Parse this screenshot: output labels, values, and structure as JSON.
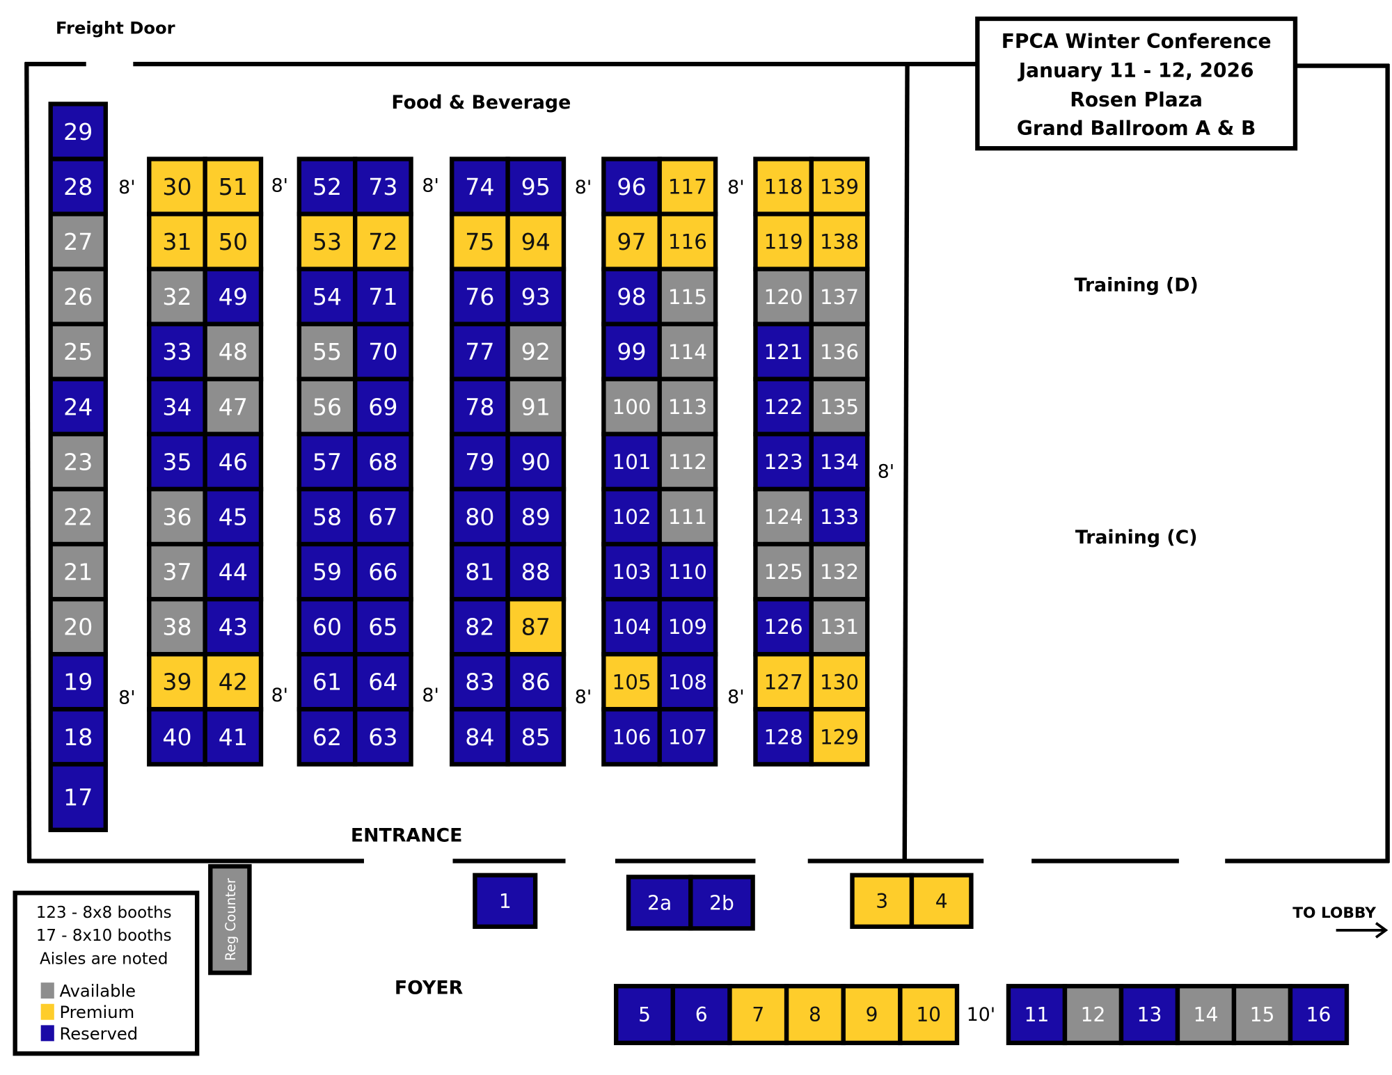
{
  "colors": {
    "available": "#8e8e8e",
    "premium": "#fecd2b",
    "reserved": "#1a0aa6",
    "wall": "#000000"
  },
  "labels": {
    "freight_door": "Freight Door",
    "food_beverage": "Food & Beverage",
    "entrance": "ENTRANCE",
    "foyer": "FOYER",
    "training_d": "Training (D)",
    "training_c": "Training (C)",
    "to_lobby": "TO LOBBY",
    "reg_counter": "Reg Counter",
    "aisle_8": "8'",
    "aisle_10": "10'"
  },
  "title_box": [
    "FPCA Winter Conference",
    "January 11 - 12, 2026",
    "Rosen Plaza",
    "Grand Ballroom A & B"
  ],
  "legend": {
    "lines": [
      "123 - 8x8 booths",
      "17 - 8x10 booths",
      "Aisles are noted"
    ],
    "keys": [
      {
        "status": "available",
        "label": "Available"
      },
      {
        "status": "premium",
        "label": "Premium"
      },
      {
        "status": "reserved",
        "label": "Reserved"
      }
    ]
  },
  "booth_columns": [
    {
      "booths": [
        [
          "29",
          "R"
        ],
        [
          "28",
          "R"
        ],
        [
          "27",
          "A"
        ],
        [
          "26",
          "A"
        ],
        [
          "25",
          "A"
        ],
        [
          "24",
          "R"
        ],
        [
          "23",
          "A"
        ],
        [
          "22",
          "A"
        ],
        [
          "21",
          "A"
        ],
        [
          "20",
          "A"
        ],
        [
          "19",
          "R"
        ],
        [
          "18",
          "R"
        ],
        [
          "17",
          "R"
        ]
      ]
    },
    {
      "booths": [
        [
          "30",
          "P"
        ],
        [
          "31",
          "P"
        ],
        [
          "32",
          "A"
        ],
        [
          "33",
          "R"
        ],
        [
          "34",
          "R"
        ],
        [
          "35",
          "R"
        ],
        [
          "36",
          "A"
        ],
        [
          "37",
          "A"
        ],
        [
          "38",
          "A"
        ],
        [
          "39",
          "P"
        ],
        [
          "40",
          "R"
        ]
      ]
    },
    {
      "booths": [
        [
          "51",
          "P"
        ],
        [
          "50",
          "P"
        ],
        [
          "49",
          "R"
        ],
        [
          "48",
          "A"
        ],
        [
          "47",
          "A"
        ],
        [
          "46",
          "R"
        ],
        [
          "45",
          "R"
        ],
        [
          "44",
          "R"
        ],
        [
          "43",
          "R"
        ],
        [
          "42",
          "P"
        ],
        [
          "41",
          "R"
        ]
      ]
    },
    {
      "booths": [
        [
          "52",
          "R"
        ],
        [
          "53",
          "P"
        ],
        [
          "54",
          "R"
        ],
        [
          "55",
          "A"
        ],
        [
          "56",
          "A"
        ],
        [
          "57",
          "R"
        ],
        [
          "58",
          "R"
        ],
        [
          "59",
          "R"
        ],
        [
          "60",
          "R"
        ],
        [
          "61",
          "R"
        ],
        [
          "62",
          "R"
        ]
      ]
    },
    {
      "booths": [
        [
          "73",
          "R"
        ],
        [
          "72",
          "P"
        ],
        [
          "71",
          "R"
        ],
        [
          "70",
          "R"
        ],
        [
          "69",
          "R"
        ],
        [
          "68",
          "R"
        ],
        [
          "67",
          "R"
        ],
        [
          "66",
          "R"
        ],
        [
          "65",
          "R"
        ],
        [
          "64",
          "R"
        ],
        [
          "63",
          "R"
        ]
      ]
    },
    {
      "booths": [
        [
          "74",
          "R"
        ],
        [
          "75",
          "P"
        ],
        [
          "76",
          "R"
        ],
        [
          "77",
          "R"
        ],
        [
          "78",
          "R"
        ],
        [
          "79",
          "R"
        ],
        [
          "80",
          "R"
        ],
        [
          "81",
          "R"
        ],
        [
          "82",
          "R"
        ],
        [
          "83",
          "R"
        ],
        [
          "84",
          "R"
        ]
      ]
    },
    {
      "booths": [
        [
          "95",
          "R"
        ],
        [
          "94",
          "P"
        ],
        [
          "93",
          "R"
        ],
        [
          "92",
          "A"
        ],
        [
          "91",
          "A"
        ],
        [
          "90",
          "R"
        ],
        [
          "89",
          "R"
        ],
        [
          "88",
          "R"
        ],
        [
          "87",
          "P"
        ],
        [
          "86",
          "R"
        ],
        [
          "85",
          "R"
        ]
      ]
    },
    {
      "booths": [
        [
          "96",
          "R"
        ],
        [
          "97",
          "P"
        ],
        [
          "98",
          "R"
        ],
        [
          "99",
          "R"
        ],
        [
          "100",
          "A"
        ],
        [
          "101",
          "R"
        ],
        [
          "102",
          "R"
        ],
        [
          "103",
          "R"
        ],
        [
          "104",
          "R"
        ],
        [
          "105",
          "P"
        ],
        [
          "106",
          "R"
        ]
      ]
    },
    {
      "booths": [
        [
          "117",
          "P"
        ],
        [
          "116",
          "P"
        ],
        [
          "115",
          "A"
        ],
        [
          "114",
          "A"
        ],
        [
          "113",
          "A"
        ],
        [
          "112",
          "A"
        ],
        [
          "111",
          "A"
        ],
        [
          "110",
          "R"
        ],
        [
          "109",
          "R"
        ],
        [
          "108",
          "R"
        ],
        [
          "107",
          "R"
        ]
      ]
    },
    {
      "booths": [
        [
          "118",
          "P"
        ],
        [
          "119",
          "P"
        ],
        [
          "120",
          "A"
        ],
        [
          "121",
          "R"
        ],
        [
          "122",
          "R"
        ],
        [
          "123",
          "R"
        ],
        [
          "124",
          "A"
        ],
        [
          "125",
          "A"
        ],
        [
          "126",
          "R"
        ],
        [
          "127",
          "P"
        ],
        [
          "128",
          "R"
        ]
      ]
    },
    {
      "booths": [
        [
          "139",
          "P"
        ],
        [
          "138",
          "P"
        ],
        [
          "137",
          "A"
        ],
        [
          "136",
          "A"
        ],
        [
          "135",
          "A"
        ],
        [
          "134",
          "R"
        ],
        [
          "133",
          "R"
        ],
        [
          "132",
          "A"
        ],
        [
          "131",
          "A"
        ],
        [
          "130",
          "P"
        ],
        [
          "129",
          "P"
        ]
      ]
    }
  ],
  "foyer_groups": [
    {
      "booths": [
        [
          "1",
          "R"
        ]
      ]
    },
    {
      "booths": [
        [
          "2a",
          "R"
        ],
        [
          "2b",
          "R"
        ]
      ]
    },
    {
      "booths": [
        [
          "3",
          "P"
        ],
        [
          "4",
          "P"
        ]
      ]
    },
    {
      "booths": [
        [
          "5",
          "R"
        ],
        [
          "6",
          "R"
        ],
        [
          "7",
          "P"
        ],
        [
          "8",
          "P"
        ],
        [
          "9",
          "P"
        ],
        [
          "10",
          "P"
        ]
      ]
    },
    {
      "booths": [
        [
          "11",
          "R"
        ],
        [
          "12",
          "A"
        ],
        [
          "13",
          "R"
        ],
        [
          "14",
          "A"
        ],
        [
          "15",
          "A"
        ],
        [
          "16",
          "R"
        ]
      ]
    }
  ]
}
